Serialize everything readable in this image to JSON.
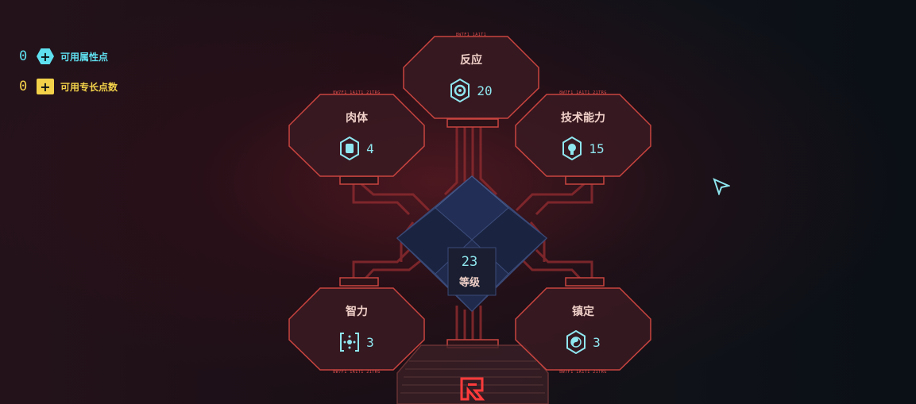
{
  "counters": {
    "attribute_points": {
      "value": "0",
      "label": "可用属性点",
      "icon": "plus-hex-icon",
      "color": "#5fe0f0"
    },
    "perk_points": {
      "value": "0",
      "label": "可用专长点数",
      "icon": "plus-square-icon",
      "color": "#f3d24a"
    }
  },
  "attributes": {
    "reflexes": {
      "name": "反应",
      "value": "20",
      "icon": "reflexes-icon",
      "tag": "8W7F1 1A1T1"
    },
    "body": {
      "name": "肉体",
      "value": "4",
      "icon": "body-fist-icon",
      "tag": "8W7F1 1A1T1 21TRG"
    },
    "technical": {
      "name": "技术能力",
      "value": "15",
      "icon": "technical-icon",
      "tag": "8W7F1 1A1T1 21TRG"
    },
    "intelligence": {
      "name": "智力",
      "value": "3",
      "icon": "intelligence-icon",
      "tag": "8W7F1 1A1T1 21TRG"
    },
    "cool": {
      "name": "镇定",
      "value": "3",
      "icon": "cool-yinyang-icon",
      "tag": "8W7F1 1A1T1 21TRG"
    }
  },
  "level": {
    "value": "23",
    "label": "等级"
  },
  "colors": {
    "panel_stroke": "#c8443f",
    "panel_fill": "#3a1a22",
    "cyan": "#8fe6ef",
    "center_blue": "#1e2a4a"
  }
}
